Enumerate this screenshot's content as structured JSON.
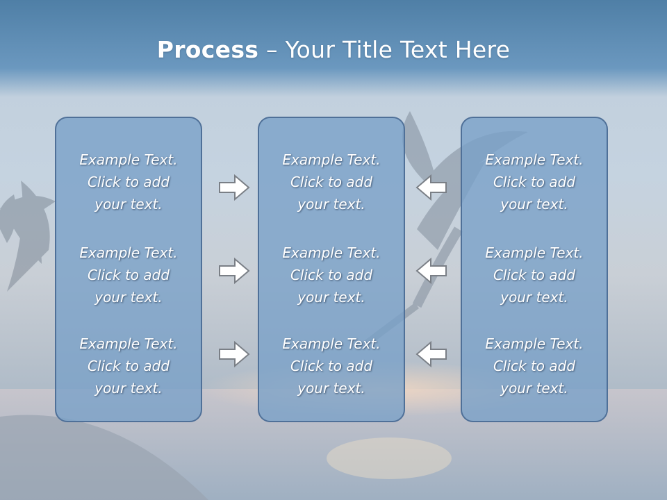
{
  "title": {
    "bold": "Process",
    "rest": " – Your Title Text Here"
  },
  "columns": [
    {
      "cells": [
        {
          "line1": "Example Text.",
          "line2": "Click  to add",
          "line3": "your text."
        },
        {
          "line1": "Example Text.",
          "line2": "Click  to add",
          "line3": "your text."
        },
        {
          "line1": "Example Text.",
          "line2": "Click  to add",
          "line3": "your text."
        }
      ]
    },
    {
      "cells": [
        {
          "line1": "Example Text.",
          "line2": "Click  to add",
          "line3": "your text."
        },
        {
          "line1": "Example Text.",
          "line2": "Click  to add",
          "line3": "your text."
        },
        {
          "line1": "Example Text.",
          "line2": "Click  to add",
          "line3": "your text."
        }
      ]
    },
    {
      "cells": [
        {
          "line1": "Example Text.",
          "line2": "Click  to add",
          "line3": "your text."
        },
        {
          "line1": "Example Text.",
          "line2": "Click  to add",
          "line3": "your text."
        },
        {
          "line1": "Example Text.",
          "line2": "Click  to add",
          "line3": "your text."
        }
      ]
    }
  ],
  "icons": {
    "left_arrows": "arrow-right-icon",
    "right_arrows": "arrow-left-icon",
    "background": "tropical-beach-sunset-photo"
  },
  "colors": {
    "title_band": "#5f8db4",
    "box_fill": "#7aa0c8",
    "box_border": "#4f7098",
    "text": "#ffffff"
  }
}
